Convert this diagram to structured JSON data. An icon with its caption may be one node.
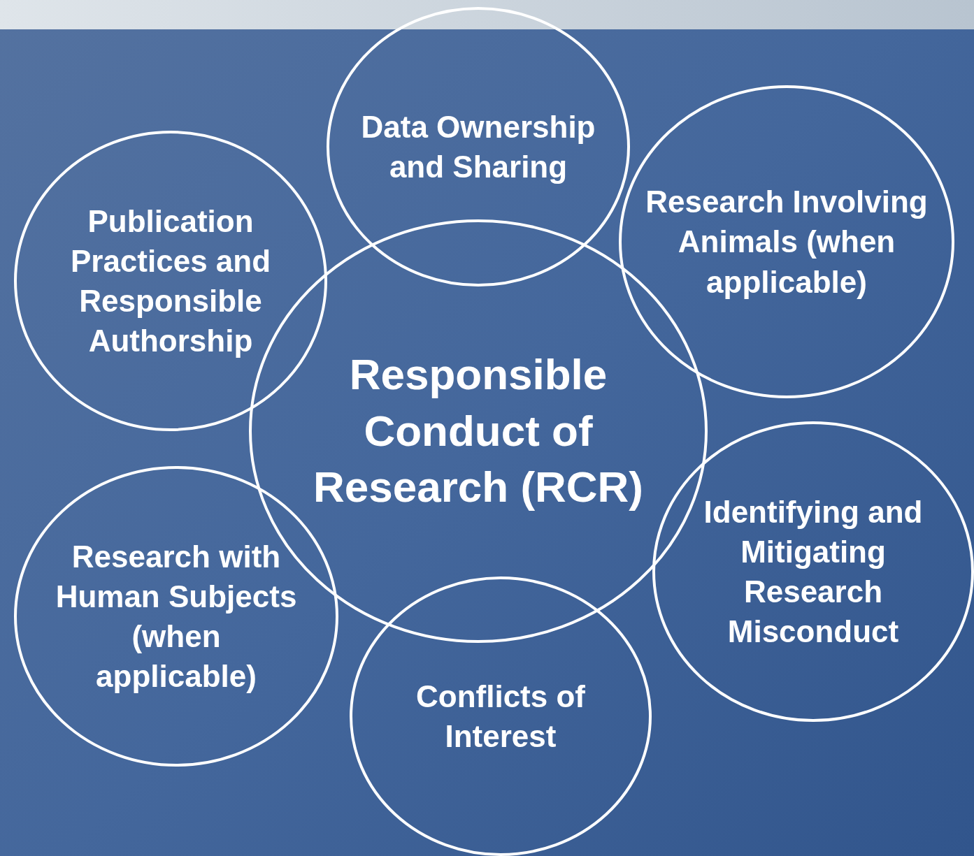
{
  "diagram": {
    "nodes": [
      {
        "text": [
          "Data Ownership and Sharing"
        ]
      },
      {
        "text": [
          "Publication Practices and Responsible Authorship"
        ]
      },
      {
        "text": [
          "Research Involving Animals (when applicable)"
        ]
      },
      {
        "text": [
          "Responsible Conduct of Research (RCR)"
        ]
      },
      {
        "text": [
          "Identifying and Mitigating Research Misconduct"
        ]
      },
      {
        "text": [
          "Research with Human Subjects (when applicable)"
        ]
      },
      {
        "text": [
          "Conflicts of Interest"
        ]
      }
    ],
    "edges": []
  }
}
